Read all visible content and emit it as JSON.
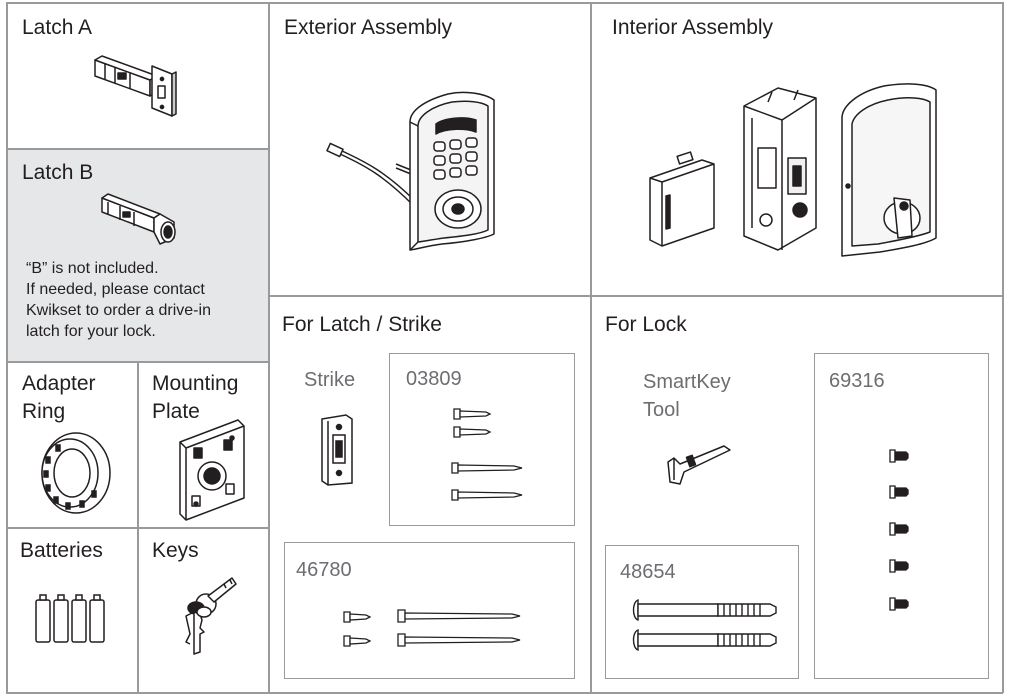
{
  "latch_a": {
    "title": "Latch A"
  },
  "latch_b": {
    "title": "Latch B",
    "note": "“B” is not included.\nIf needed, please contact\nKwikset to order a drive-in\nlatch for your lock."
  },
  "exterior": {
    "title": "Exterior Assembly"
  },
  "interior": {
    "title": "Interior Assembly"
  },
  "adapter": {
    "title": "Adapter\nRing"
  },
  "mounting": {
    "title": "Mounting\nPlate"
  },
  "batteries": {
    "title": "Batteries"
  },
  "keys": {
    "title": "Keys"
  },
  "latch_strike": {
    "title": "For Latch / Strike",
    "strike_label": "Strike",
    "pack1": "03809",
    "pack2": "46780"
  },
  "lock": {
    "title": "For Lock",
    "smartkey_label": "SmartKey\nTool",
    "pack1": "69316",
    "pack2": "48654"
  },
  "colors": {
    "grid": "#9a9a9a",
    "shaded": "#e6e7e8",
    "label_gray": "#6d6e71",
    "text": "#231f20"
  }
}
